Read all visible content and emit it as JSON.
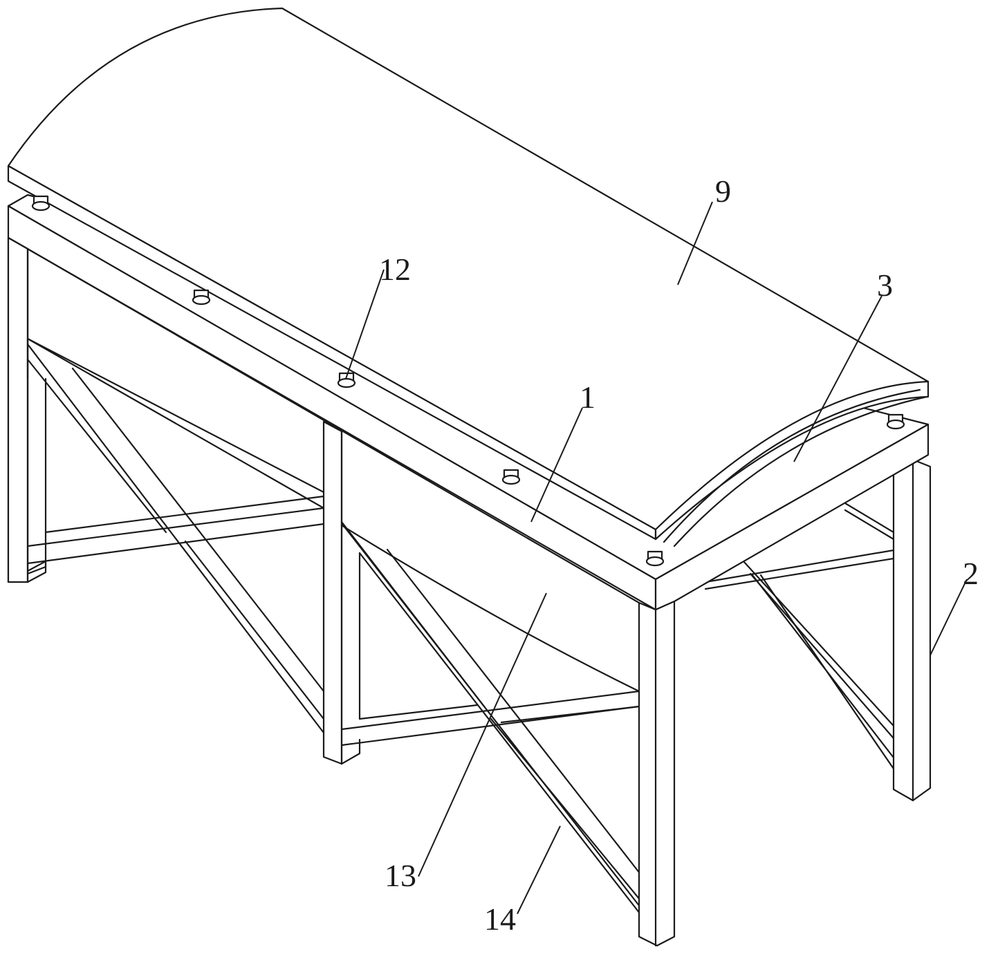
{
  "labels": {
    "l9": "9",
    "l12": "12",
    "l3": "3",
    "l1": "1",
    "l2": "2",
    "l13": "13",
    "l14": "14"
  }
}
